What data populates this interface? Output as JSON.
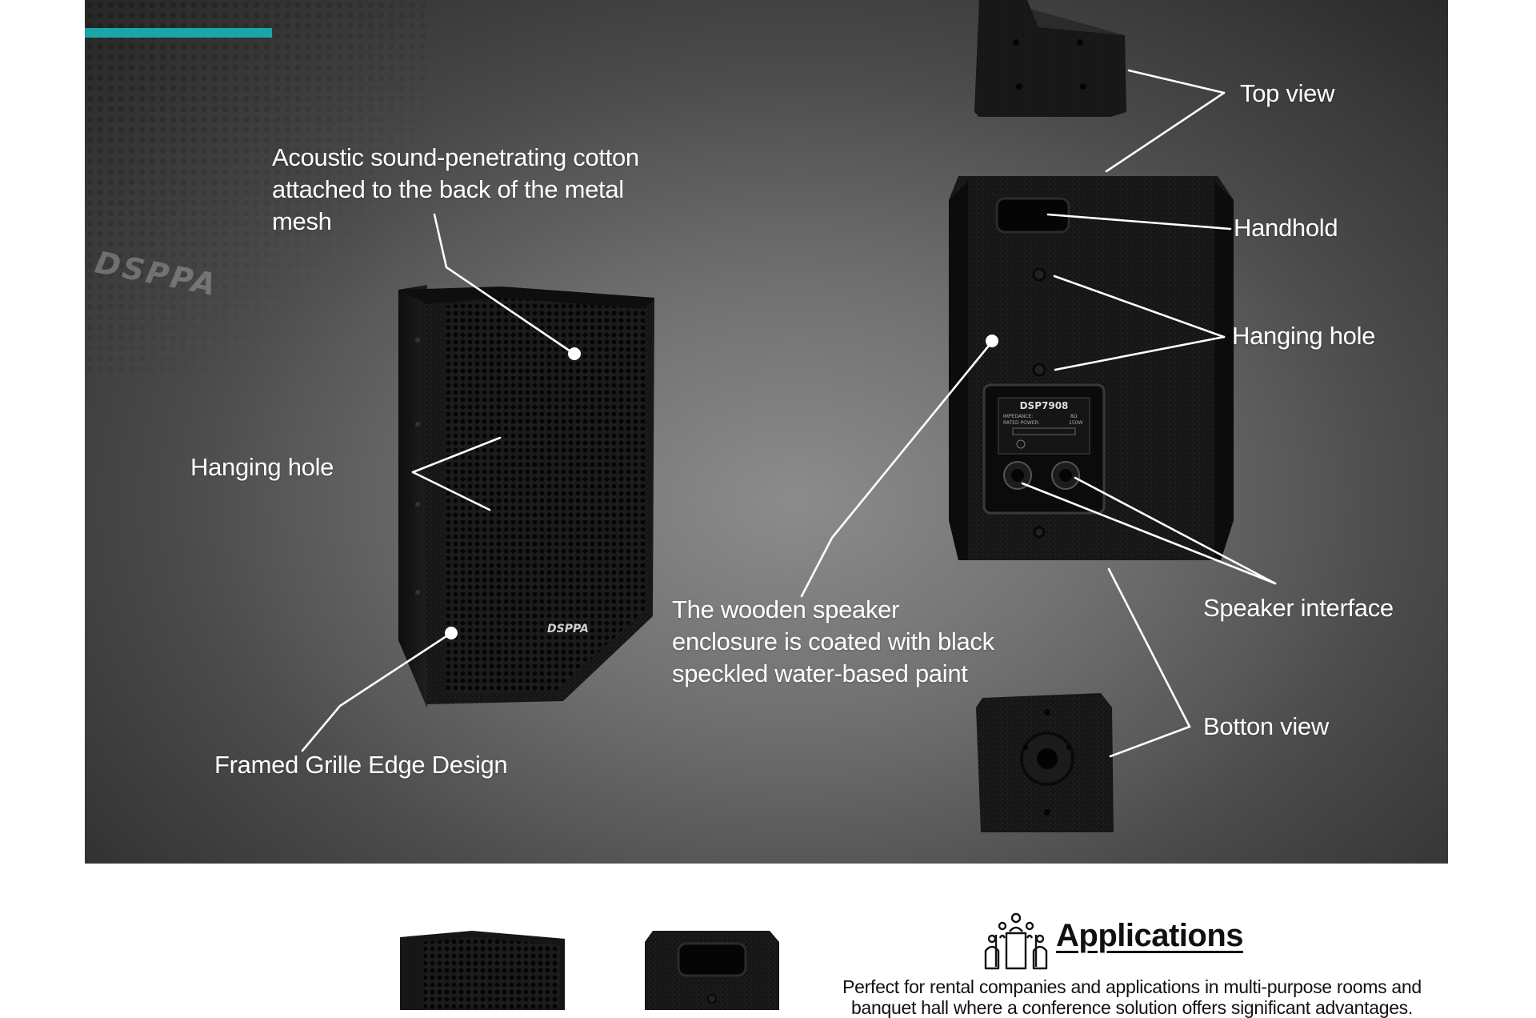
{
  "colors": {
    "accent": "#1aa6a6",
    "line": "#ffffff"
  },
  "hero": {
    "watermark_logo": "DSPPA",
    "front_logo": "DSPPA",
    "model": "DSP7908",
    "nameplate": {
      "impedance_label": "IMPEDANCE:",
      "impedance_value": "8Ω",
      "power_label": "RATED POWER:",
      "power_value": "150W"
    },
    "callouts": {
      "cotton": "Acoustic sound-penetrating cotton attached to the back of the metal mesh",
      "hanging_left": "Hanging hole",
      "grille": "Framed Grille Edge Design",
      "enclosure": "The wooden speaker enclosure is coated with black speckled water-based paint",
      "top_view": "Top view",
      "handhold": "Handhold",
      "hanging_right": "Hanging hole",
      "interface": "Speaker interface",
      "bottom_view": "Botton view"
    }
  },
  "applications": {
    "icon": "conference-people-icon",
    "title": "Applications",
    "description": "Perfect for rental companies and applications in multi-purpose rooms and banquet hall where a conference solution offers significant advantages."
  }
}
